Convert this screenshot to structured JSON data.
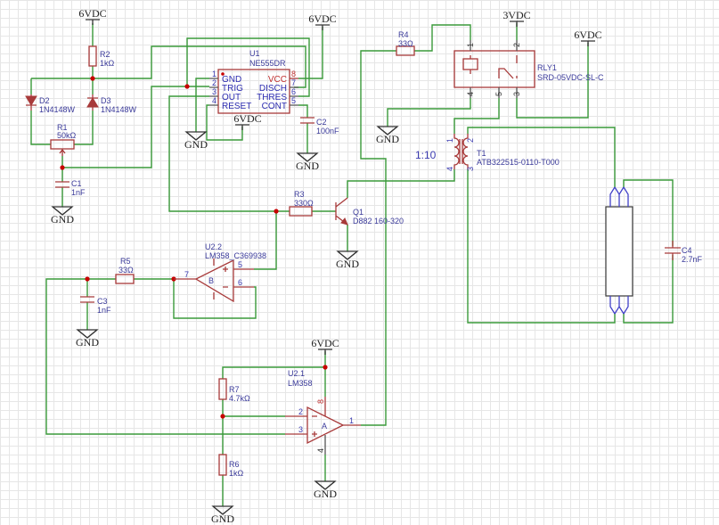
{
  "power": {
    "v6": "6VDC",
    "v3": "3VDC",
    "gnd": "GND"
  },
  "u1": {
    "ref": "U1",
    "value": "NE555DR",
    "pins_left": [
      {
        "num": "1",
        "name": "GND"
      },
      {
        "num": "2",
        "name": "TRIG"
      },
      {
        "num": "3",
        "name": "OUT"
      },
      {
        "num": "4",
        "name": "RESET"
      }
    ],
    "pins_right": [
      {
        "num": "8",
        "name": "VCC"
      },
      {
        "num": "7",
        "name": "DISCH"
      },
      {
        "num": "6",
        "name": "THRES"
      },
      {
        "num": "5",
        "name": "CONT"
      }
    ]
  },
  "r1": {
    "ref": "R1",
    "value": "50kΩ"
  },
  "r2": {
    "ref": "R2",
    "value": "1kΩ"
  },
  "r3": {
    "ref": "R3",
    "value": "330Ω"
  },
  "r4": {
    "ref": "R4",
    "value": "33Ω"
  },
  "r5": {
    "ref": "R5",
    "value": "33Ω"
  },
  "r6": {
    "ref": "R6",
    "value": "1kΩ"
  },
  "r7": {
    "ref": "R7",
    "value": "4.7kΩ"
  },
  "c1": {
    "ref": "C1",
    "value": "1nF"
  },
  "c2": {
    "ref": "C2",
    "value": "100nF"
  },
  "c3": {
    "ref": "C3",
    "value": "1nF"
  },
  "c4": {
    "ref": "C4",
    "value": "2.7nF"
  },
  "d2": {
    "ref": "D2",
    "value": "1N4148W"
  },
  "d3": {
    "ref": "D3",
    "value": "1N4148W"
  },
  "q1": {
    "ref": "Q1",
    "value": "D882 160-320"
  },
  "rly1": {
    "ref": "RLY1",
    "value": "SRD-05VDC-SL-C",
    "pins": {
      "p1": "1",
      "p2": "2",
      "p3": "3",
      "p4": "4",
      "p5": "5"
    }
  },
  "t1": {
    "ref": "T1",
    "value": "ATB322515-0110-T000",
    "ratio": "1:10",
    "pins": {
      "p1": "1",
      "p2": "2",
      "p3": "3",
      "p4": "4"
    }
  },
  "u2_2": {
    "ref": "U2.2",
    "value": "LM358_C369938",
    "unit": "B",
    "pins": {
      "plus": "5",
      "minus": "6",
      "out": "7"
    }
  },
  "u2_1": {
    "ref": "U2.1",
    "value": "LM358",
    "unit": "A",
    "pins": {
      "minus": "2",
      "plus": "3",
      "out": "1",
      "vcc": "8",
      "gnd": "4"
    }
  },
  "colors": {
    "wire": "#3a9a3a",
    "component": "#a83a3a",
    "label": "#3a3a9a",
    "junction": "#c80000",
    "lamp_pins": "#4040c8"
  }
}
